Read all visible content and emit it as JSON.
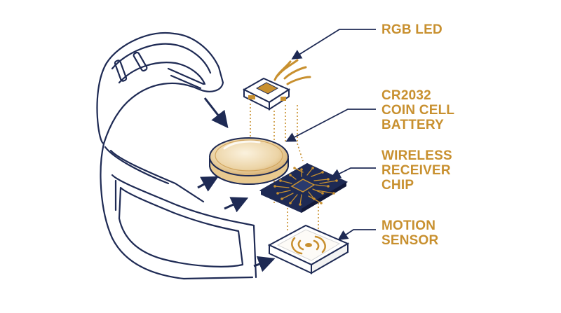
{
  "labels": {
    "rgb_led": [
      "RGB LED"
    ],
    "battery": [
      "CR2032",
      "COIN CELL",
      "BATTERY"
    ],
    "chip": [
      "WIRELESS",
      "RECEIVER",
      "CHIP"
    ],
    "sensor": [
      "MOTION",
      "SENSOR"
    ]
  },
  "colors": {
    "navy": "#1e2a54",
    "gold": "#c8902f",
    "coin_light": "#f0e0bd",
    "board": "#1e2a54",
    "background": "#ffffff"
  },
  "icons": {
    "led": "rgb-led-component",
    "battery": "coin-cell-battery",
    "chip": "wireless-receiver-chip",
    "sensor": "motion-sensor-module",
    "band": "wristband"
  }
}
